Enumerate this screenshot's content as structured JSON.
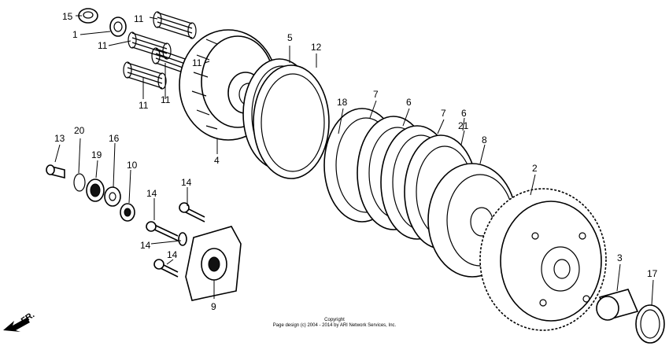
{
  "diagram": {
    "part_labels": [
      "15",
      "1",
      "11",
      "11",
      "11",
      "11",
      "11",
      "5",
      "12",
      "4",
      "18",
      "7",
      "6",
      "7",
      "6",
      "21",
      "8",
      "2",
      "13",
      "20",
      "19",
      "16",
      "10",
      "14",
      "14",
      "14",
      "14",
      "9",
      "3",
      "17"
    ],
    "direction_label": "FR.",
    "copyright_line1": "Copyright",
    "copyright_line2": "Page design (c) 2004 - 2014 by ARI Network Services, Inc."
  }
}
